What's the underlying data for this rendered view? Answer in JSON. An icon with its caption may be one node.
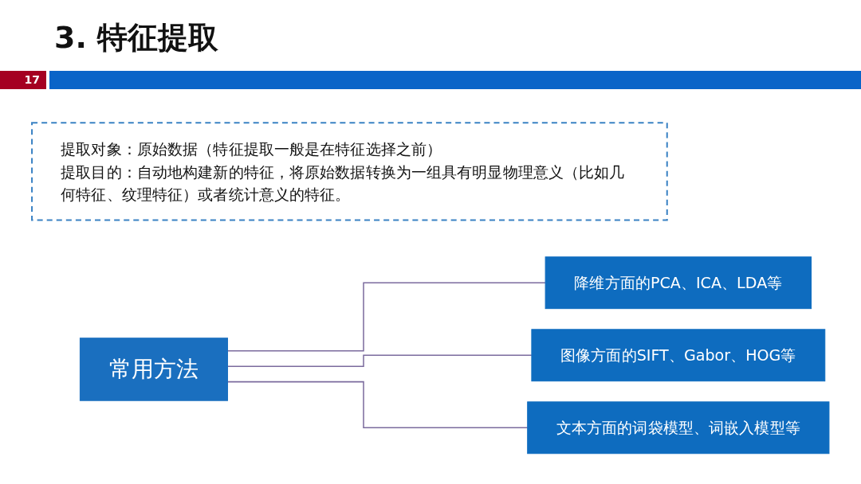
{
  "diagram": {
    "title": "3. 特征提取",
    "nodes": [
      {
        "text": [
          "提取对象：原始数据（特征提取一般是在特征选择之前）",
          "提取目的：自动地构建新的特征，将原始数据转换为一组具有明显物理意义（比如几何特征、纹理特征）或者统计意义的特征。"
        ]
      },
      {
        "text": [
          "常用方法"
        ]
      },
      {
        "text": [
          "降维方面的PCA、ICA、LDA等"
        ]
      },
      {
        "text": [
          "图像方面的SIFT、Gabor、HOG等"
        ]
      },
      {
        "text": [
          "文本方面的词袋模型、词嵌入模型等"
        ]
      }
    ],
    "edges": [
      {
        "from": 1,
        "to": 2,
        "arrow": "none"
      },
      {
        "from": 1,
        "to": 3,
        "arrow": "none"
      },
      {
        "from": 1,
        "to": 4,
        "arrow": "none"
      }
    ],
    "labels": [
      "17"
    ]
  }
}
